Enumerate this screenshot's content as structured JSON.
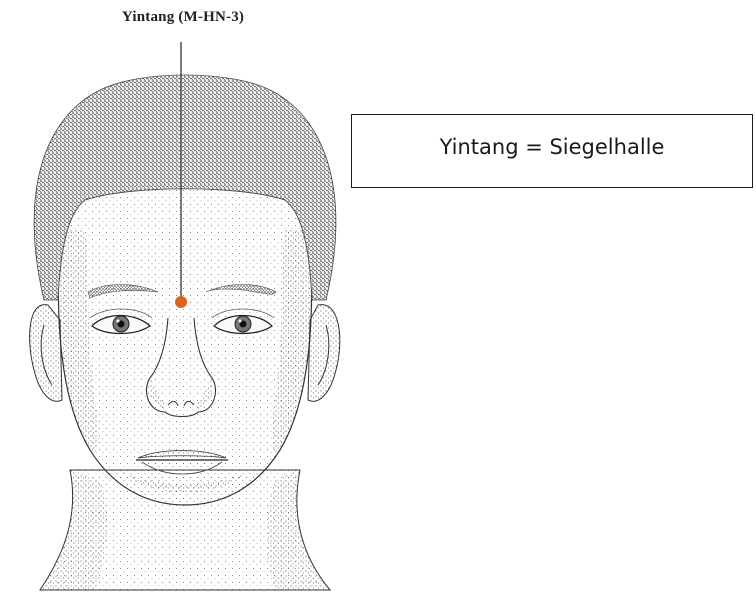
{
  "illustration": {
    "point_label": "Yintang (M-HN-3)",
    "point_color": "#d9631f",
    "description_icon": "head-front-view-illustration"
  },
  "caption": {
    "text": "Yintang = Siegelhalle"
  }
}
